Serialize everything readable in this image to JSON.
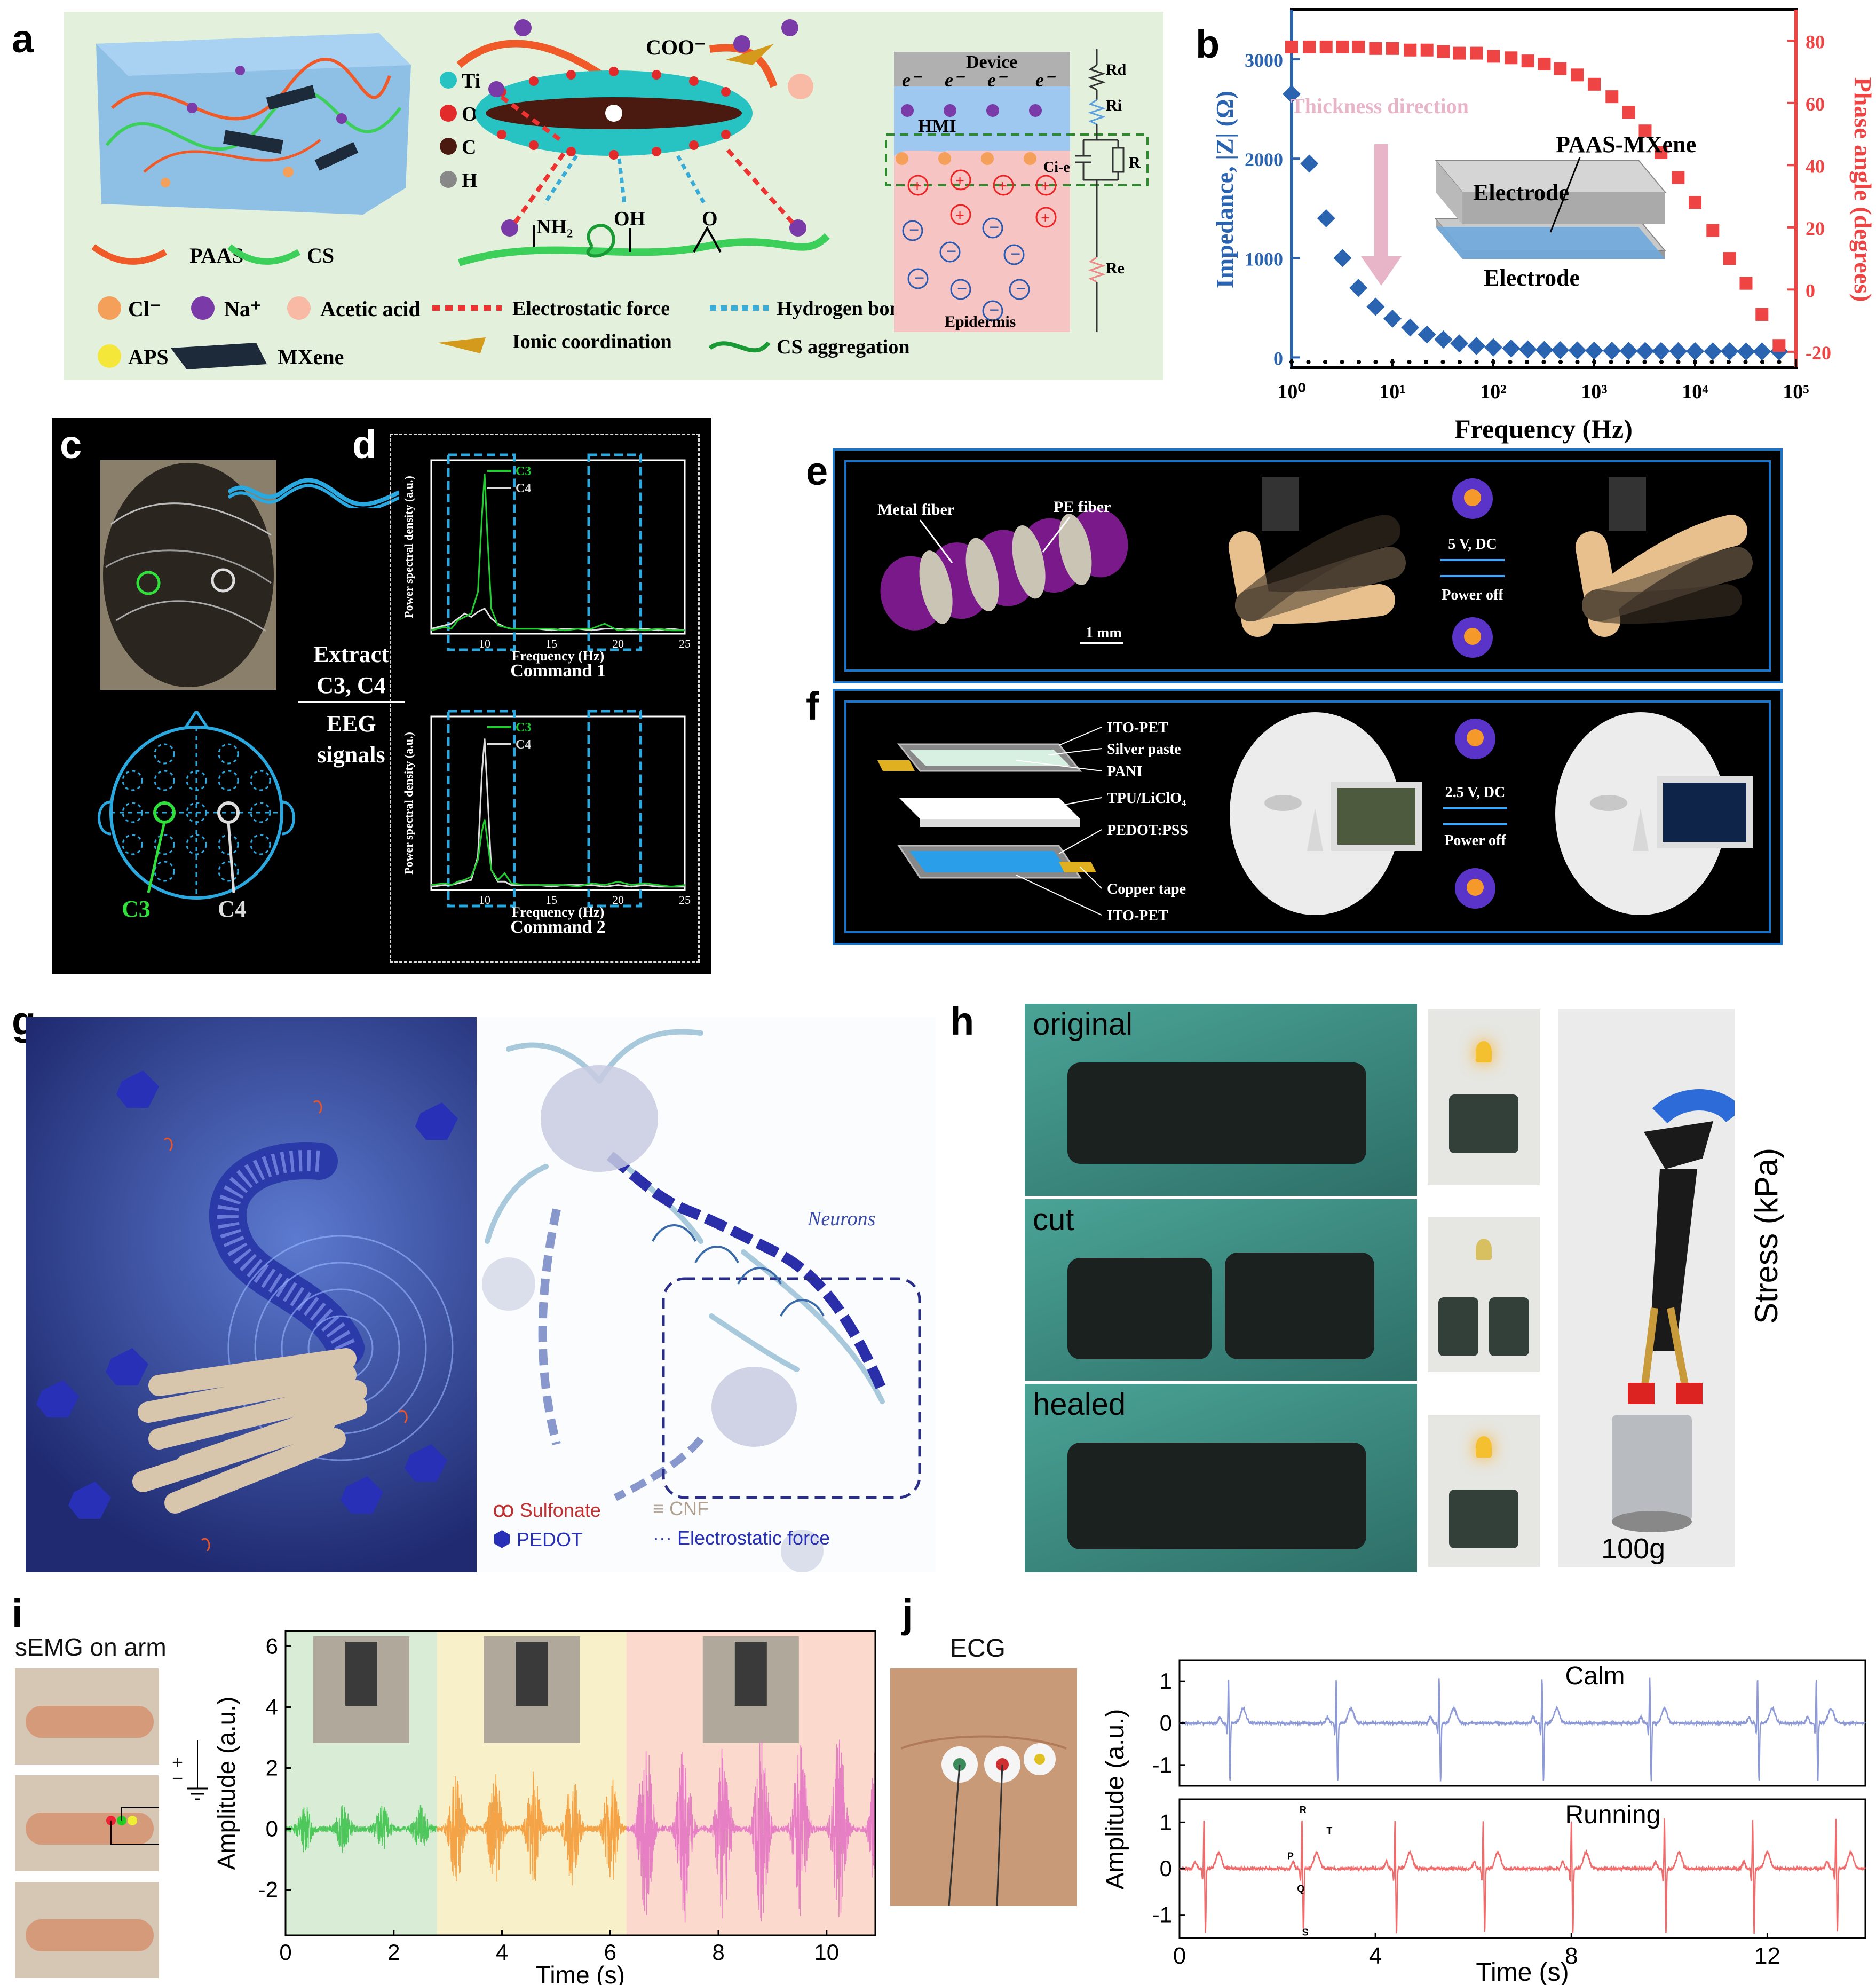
{
  "panel_labels": {
    "a": "a",
    "b": "b",
    "c": "c",
    "d": "d",
    "e": "e",
    "f": "f",
    "g": "g",
    "h": "h",
    "i": "i",
    "j": "j"
  },
  "panel_a": {
    "legend": {
      "paas": "PAAS",
      "cs": "CS",
      "cl": "Cl⁻",
      "na": "Na⁺",
      "acetic": "Acetic acid",
      "aps": "APS",
      "mxene": "MXene"
    },
    "atoms": {
      "ti": "Ti",
      "o": "O",
      "c": "C",
      "h": "H"
    },
    "groups": {
      "coo": "COO⁻",
      "nh2": "NH₂",
      "oh": "OH",
      "o": "O"
    },
    "forces": {
      "electrostatic": "Electrostatic force",
      "hbond": "Hydrogen bond",
      "ionic": "Ionic coordination",
      "cs_agg": "CS aggregation"
    },
    "interface": {
      "device": "Device",
      "e": "e⁻",
      "hmi": "HMI",
      "epidermis": "Epidermis",
      "rd": "Rd",
      "ri": "Ri",
      "ci": "Ci-e",
      "r": "R",
      "re": "Re",
      "plus": "+",
      "minus": "−"
    },
    "colors": {
      "bg": "#e3f1dc",
      "paas": "#f05a28",
      "cs": "#3ccf5a"
    }
  },
  "panel_b": {
    "ylabel_left": "Impedance, |Z| (Ω)",
    "ylabel_right": "Phase angle (degrees)",
    "xlabel": "Frequency (Hz)",
    "thickness": "Thickness direction",
    "inset_top": "Electrode",
    "inset_bottom": "Electrode",
    "inset_material": "PAAS-MXene",
    "yticks_left": [
      "0",
      "1000",
      "2000",
      "3000"
    ],
    "yticks_right": [
      "-20",
      "0",
      "20",
      "40",
      "60",
      "80"
    ],
    "xticks": [
      "10⁰",
      "10¹",
      "10²",
      "10³",
      "10⁴",
      "10⁵"
    ]
  },
  "chart_data": [
    {
      "type": "scatter",
      "xscale": "log",
      "xlabel": "Frequency (Hz)",
      "ylabel": "Impedance, |Z| (Ω)",
      "xlim": [
        1,
        100000
      ],
      "ylim": [
        -100,
        3500
      ],
      "series": [
        {
          "name": "Impedance",
          "color": "#2a64b0",
          "x": [
            1,
            1.5,
            2.2,
            3.2,
            4.6,
            6.8,
            10,
            15,
            22,
            32,
            46,
            68,
            100,
            150,
            220,
            320,
            460,
            680,
            1000,
            1500,
            2200,
            3200,
            4600,
            6800,
            10000,
            15000,
            22000,
            32000,
            46000,
            68000
          ],
          "y": [
            2650,
            1950,
            1400,
            1000,
            700,
            510,
            390,
            300,
            230,
            180,
            140,
            115,
            100,
            90,
            80,
            75,
            72,
            70,
            68,
            66,
            65,
            64,
            63,
            62,
            62,
            61,
            61,
            60,
            60,
            60
          ]
        }
      ]
    },
    {
      "type": "scatter",
      "xscale": "log",
      "xlabel": "Frequency (Hz)",
      "ylabel": "Phase angle (degrees)",
      "xlim": [
        1,
        100000
      ],
      "ylim": [
        -25,
        90
      ],
      "series": [
        {
          "name": "Phase angle",
          "color": "#ee4444",
          "x": [
            1,
            1.5,
            2.2,
            3.2,
            4.6,
            6.8,
            10,
            15,
            22,
            32,
            46,
            68,
            100,
            150,
            220,
            320,
            460,
            680,
            1000,
            1500,
            2200,
            3200,
            4600,
            6800,
            10000,
            15000,
            22000,
            32000,
            46000,
            68000
          ],
          "y": [
            78,
            78,
            78,
            78,
            78,
            77.5,
            77.5,
            77,
            77,
            76.5,
            76,
            76,
            75,
            74.5,
            73.5,
            72.5,
            71,
            69,
            66,
            62,
            57,
            51,
            44,
            36,
            28,
            19,
            10,
            2,
            -8,
            -18
          ]
        }
      ]
    },
    {
      "type": "line",
      "title": "Command 1",
      "xlabel": "Frequency (Hz)",
      "ylabel": "Power spectral density (a.u.)",
      "xlim": [
        6,
        25
      ],
      "xticks": [
        "10",
        "15",
        "20",
        "25"
      ],
      "series": [
        {
          "name": "C3",
          "color": "#22cc33",
          "x": [
            6,
            7,
            7.5,
            8,
            8.5,
            9,
            9.5,
            9.8,
            10,
            10.2,
            10.5,
            11,
            11.5,
            12,
            13,
            14,
            15,
            16,
            17,
            18,
            19,
            20,
            21,
            22,
            23,
            24,
            25
          ],
          "y": [
            0.02,
            0.04,
            0.03,
            0.08,
            0.1,
            0.12,
            0.25,
            0.7,
            0.95,
            0.6,
            0.15,
            0.05,
            0.04,
            0.03,
            0.03,
            0.03,
            0.03,
            0.02,
            0.03,
            0.03,
            0.06,
            0.02,
            0.03,
            0.02,
            0.03,
            0.02,
            0.02
          ]
        },
        {
          "name": "C4",
          "color": "#dddddd",
          "x": [
            6,
            7,
            7.5,
            8,
            8.5,
            9,
            9.5,
            10,
            10.5,
            11,
            11.5,
            12,
            13,
            14,
            15,
            16,
            17,
            18,
            19,
            20,
            21,
            22,
            23,
            24,
            25
          ],
          "y": [
            0.03,
            0.05,
            0.06,
            0.09,
            0.12,
            0.1,
            0.13,
            0.15,
            0.09,
            0.06,
            0.04,
            0.03,
            0.03,
            0.03,
            0.02,
            0.03,
            0.03,
            0.02,
            0.03,
            0.03,
            0.02,
            0.03,
            0.02,
            0.03,
            0.02
          ]
        }
      ]
    },
    {
      "type": "line",
      "title": "Command 2",
      "xlabel": "Frequency (Hz)",
      "ylabel": "Power spectral density (a.u.)",
      "xlim": [
        6,
        25
      ],
      "xticks": [
        "10",
        "15",
        "20",
        "25"
      ],
      "series": [
        {
          "name": "C3",
          "color": "#22cc33",
          "x": [
            6,
            7,
            7.5,
            8,
            8.5,
            9,
            9.5,
            9.8,
            10,
            10.2,
            10.5,
            11,
            11.5,
            12,
            13,
            14,
            15,
            16,
            17,
            18,
            19,
            20,
            21,
            22,
            23,
            24,
            25
          ],
          "y": [
            0.03,
            0.04,
            0.03,
            0.05,
            0.06,
            0.08,
            0.18,
            0.35,
            0.42,
            0.3,
            0.12,
            0.06,
            0.1,
            0.04,
            0.03,
            0.03,
            0.03,
            0.03,
            0.02,
            0.04,
            0.03,
            0.05,
            0.03,
            0.04,
            0.03,
            0.02,
            0.03
          ]
        },
        {
          "name": "C4",
          "color": "#dddddd",
          "x": [
            6,
            7,
            7.5,
            8,
            8.5,
            9,
            9.5,
            9.8,
            10,
            10.2,
            10.5,
            11,
            11.5,
            12,
            13,
            14,
            15,
            16,
            17,
            18,
            19,
            20,
            21,
            22,
            23,
            24,
            25
          ],
          "y": [
            0.02,
            0.03,
            0.03,
            0.04,
            0.05,
            0.06,
            0.2,
            0.7,
            0.9,
            0.6,
            0.12,
            0.05,
            0.05,
            0.03,
            0.03,
            0.03,
            0.02,
            0.03,
            0.03,
            0.03,
            0.02,
            0.03,
            0.02,
            0.03,
            0.02,
            0.02,
            0.02
          ]
        }
      ]
    },
    {
      "type": "line",
      "xlabel": "Time (s)",
      "ylabel": "Amplitude (a.u.)",
      "xlim": [
        0,
        10.9
      ],
      "ylim": [
        -3.5,
        6.5
      ],
      "xticks": [
        "0",
        "2",
        "4",
        "6",
        "8",
        "10"
      ],
      "yticks": [
        "-2",
        "0",
        "2",
        "4",
        "6"
      ],
      "segments": [
        {
          "start": 0,
          "end": 2.8,
          "color": "#4ec85a",
          "bg": "#d9ecd6",
          "max_amp": 0.7
        },
        {
          "start": 2.8,
          "end": 6.3,
          "color": "#f5a347",
          "bg": "#f7f0c8",
          "max_amp": 1.8
        },
        {
          "start": 6.3,
          "end": 10.9,
          "color": "#e67fc3",
          "bg": "#fbd9cd",
          "max_amp": 3.0
        }
      ]
    },
    {
      "type": "line",
      "title": "Calm",
      "xlabel": "Time (s)",
      "ylabel": "Amplitude (a.u.)",
      "xlim": [
        0,
        14
      ],
      "ylim": [
        -1.5,
        1.5
      ],
      "series": [
        {
          "name": "Calm",
          "color": "#8e9ad6",
          "beats": [
            1.0,
            3.2,
            5.3,
            7.4,
            9.6,
            11.8,
            13.0
          ]
        }
      ]
    },
    {
      "type": "line",
      "title": "Running",
      "xlabel": "Time (s)",
      "ylabel": "Amplitude (a.u.)",
      "xlim": [
        0,
        14
      ],
      "ylim": [
        -1.5,
        1.5
      ],
      "xticks": [
        "0",
        "4",
        "8",
        "12"
      ],
      "yticks": [
        "-1",
        "0",
        "1"
      ],
      "series": [
        {
          "name": "Running",
          "color": "#f06b6b",
          "beats": [
            0.5,
            2.5,
            4.4,
            6.2,
            8.0,
            9.9,
            11.7,
            13.4
          ]
        }
      ]
    }
  ],
  "panel_c": {
    "extract": "Extract",
    "channels": "C3, C4",
    "eeg": "EEG",
    "signals": "signals",
    "c3": "C3",
    "c4": "C4"
  },
  "panel_d": {
    "command1": "Command 1",
    "command2": "Command 2",
    "freq": "Frequency (Hz)",
    "psd": "Power spectral density (a.u.)",
    "c3": "C3",
    "c4": "C4",
    "xt": [
      "10",
      "15",
      "20",
      "25"
    ]
  },
  "panel_e": {
    "metal": "Metal fiber",
    "pe": "PE fiber",
    "scale": "1 mm",
    "voltage": "5 V, DC",
    "off": "Power off"
  },
  "panel_f": {
    "layers": [
      "ITO-PET",
      "Silver paste",
      "PANI",
      "TPU/LiClO₄",
      "PEDOT:PSS",
      "Copper tape",
      "ITO-PET"
    ],
    "voltage": "2.5 V, DC",
    "off": "Power off"
  },
  "panel_g": {
    "neurons": "Neurons",
    "sulfonate": "Sulfonate",
    "cnf": "CNF",
    "pedot": "PEDOT",
    "electrostatic": "Electrostatic force"
  },
  "panel_h": {
    "original": "original",
    "cut": "cut",
    "healed": "healed",
    "stress": "Stress (kPa)",
    "weight": "100g"
  },
  "panel_i": {
    "title": "sEMG on arm",
    "ylabel": "Amplitude (a.u.)",
    "xlabel": "Time (s)",
    "plus": "+",
    "minus": "−"
  },
  "panel_j": {
    "ecg": "ECG",
    "calm": "Calm",
    "running": "Running",
    "ylabel": "Amplitude (a.u.)",
    "xlabel": "Time (s)",
    "p": "P",
    "q": "Q",
    "r": "R",
    "s": "S",
    "t": "T"
  }
}
